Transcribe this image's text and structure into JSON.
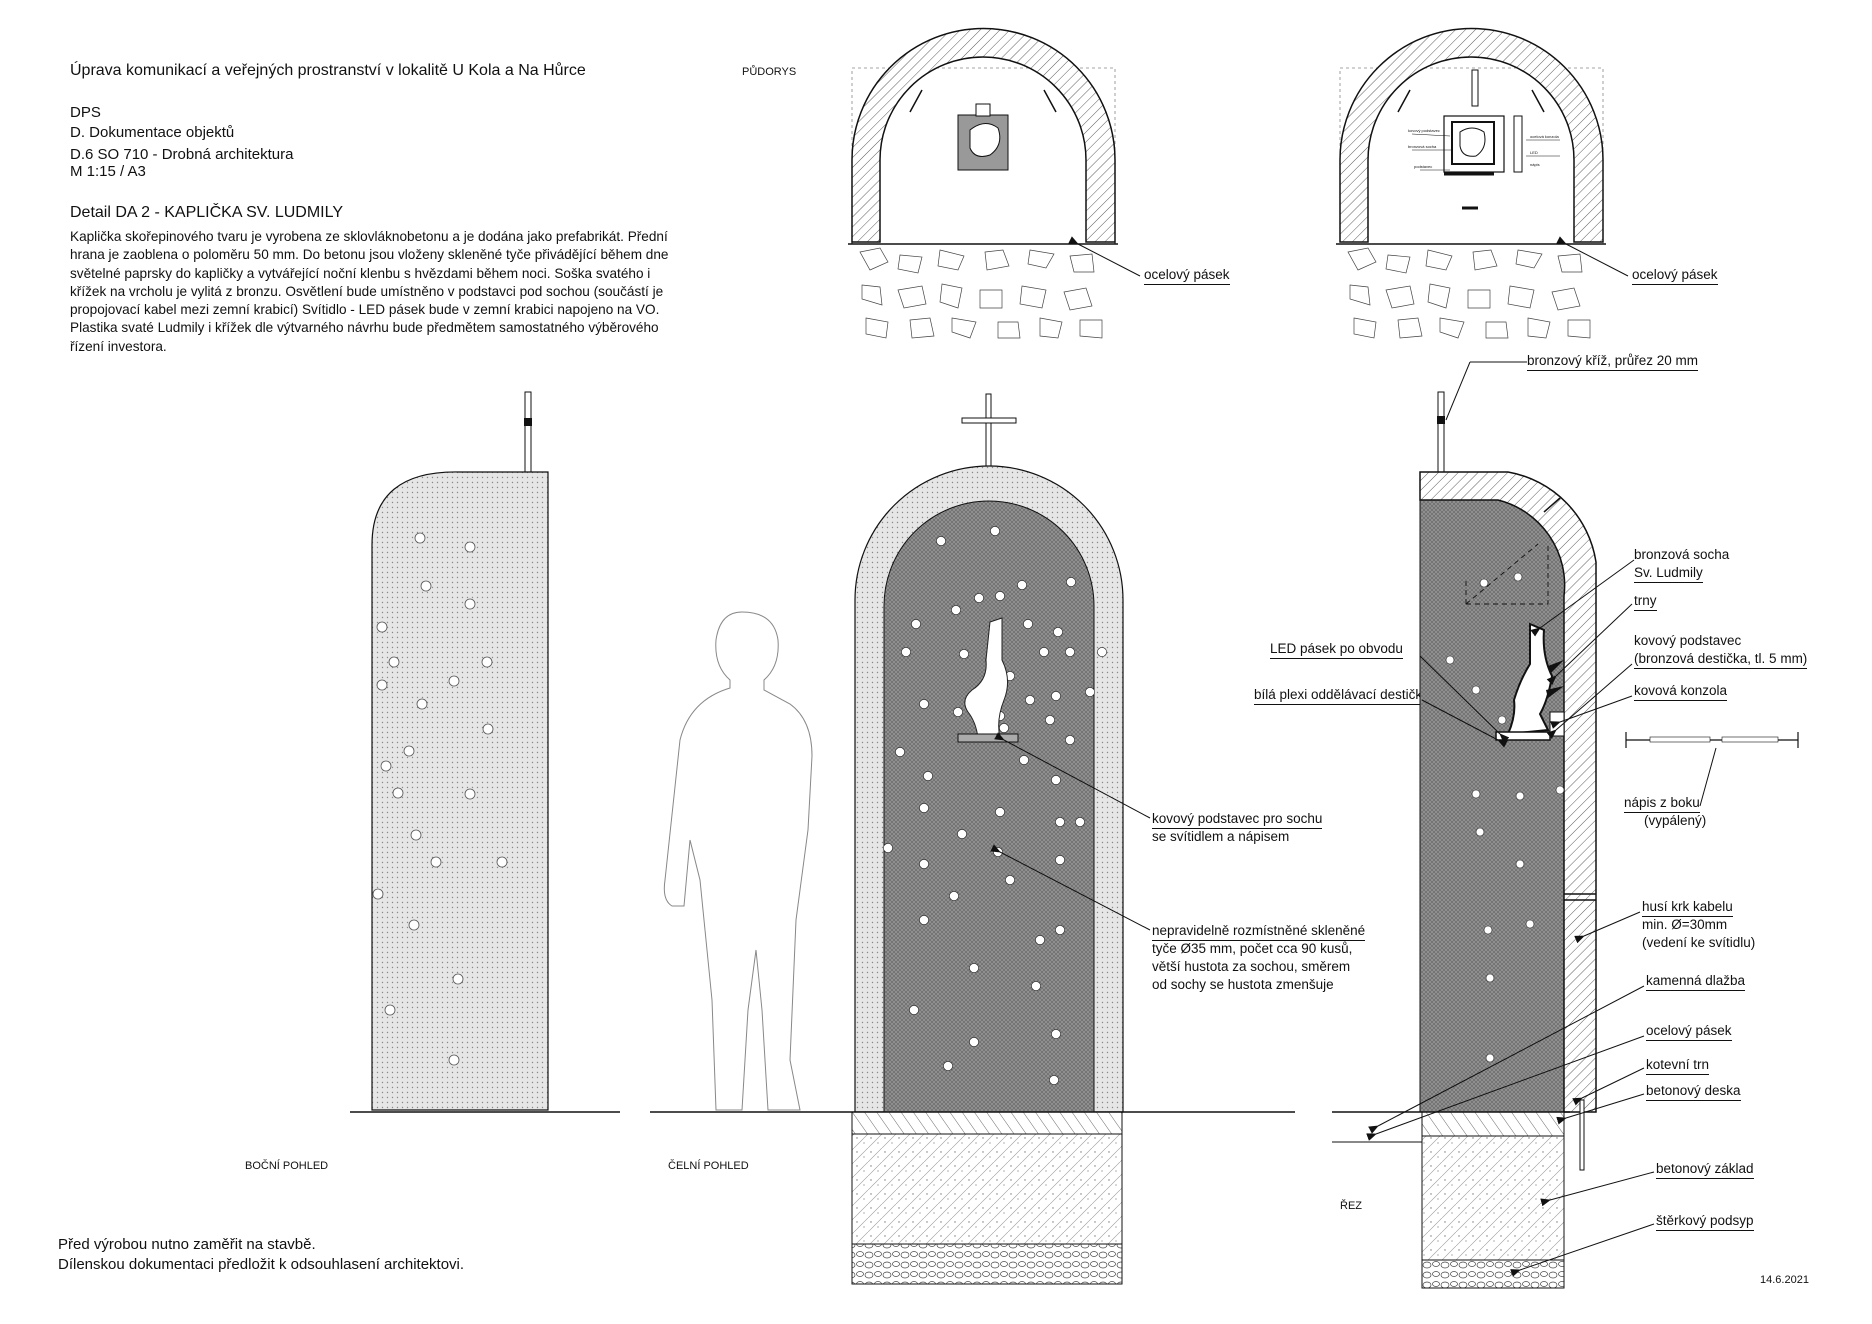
{
  "project_title": "Úprava komunikací a veřejných prostranství v lokalitě U Kola a Na Hůrce",
  "meta": {
    "phase": "DPS",
    "section": "D. Dokumentace objektů",
    "object": "D.6   SO 710 - Drobná architektura",
    "scale": "M 1:15 / A3"
  },
  "detail_title": "Detail DA 2 - KAPLIČKA SV. LUDMILY",
  "description": [
    "Kaplička skořepinového tvaru je vyrobena ze sklovláknobetonu a je dodána jako prefabrikát. Přední",
    "hrana je zaoblena o poloměru 50 mm. Do betonu jsou vloženy skleněné tyče přivádějící během dne",
    "světelné paprsky do kapličky a vytvářející noční klenbu s hvězdami během noci. Soška svatého i",
    "křížek na vrcholu je vylitá z bronzu. Osvětlení bude umístněno v podstavci pod sochou (součástí je",
    "propojovací kabel mezi zemní krabicí)  Svítidlo - LED pásek bude v zemní krabici napojeno na VO.",
    "Plastika svaté Ludmily i křížek dle výtvarného návrhu bude předmětem samostatného výběrového",
    "řízení investora."
  ],
  "views": {
    "plan": "PŮDORYS",
    "side": "BOČNÍ POHLED",
    "front": "ČELNÍ POHLED",
    "section": "ŘEZ"
  },
  "labels": {
    "steel_strip_plan_1": "ocelový pásek",
    "steel_strip_plan_2": "ocelový pásek",
    "bronze_cross": "bronzový kříž, průřez 20 mm",
    "bronze_statue": [
      "bronzová socha",
      "Sv. Ludmily"
    ],
    "thorns": "trny",
    "metal_pedestal": [
      "kovový podstavec",
      "(bronzová destička, tl. 5 mm)"
    ],
    "led_strip": "LED pásek po obvodu",
    "plexi": "bílá plexi oddělávací destička",
    "metal_bracket": "kovová konzola",
    "side_inscription": [
      "nápis z boku",
      "(vypálený)"
    ],
    "pedestal_front": [
      "kovový podstavec pro sochu",
      "se svítidlem a nápisem"
    ],
    "glass_rods": [
      "nepravidelně rozmístněné skleněné",
      "tyče Ø35 mm, počet cca 90 kusů,",
      "větší hustota za sochou, směrem",
      "od sochy se hustota zmenšuje"
    ],
    "cable": [
      "husí krk kabelu",
      "min. Ø=30mm",
      "(vedení ke svítidlu)"
    ],
    "stone_paving": "kamenná dlažba",
    "steel_strip_section": "ocelový pásek",
    "anchor": "kotevní trn",
    "concrete_slab": "betonový deska",
    "concrete_base": "betonový základ",
    "gravel": "štěrkový podsyp"
  },
  "plan_small_labels": [
    "kovový podstavec",
    "bronzová socha",
    "podstavec",
    "ocelová konzola",
    "LED",
    "nápis"
  ],
  "footnote": [
    "Před výrobou nutno zaměřit na stavbě.",
    "Dílenskou dokumentaci předložit k odsouhlasení architektovi."
  ],
  "date": "14.6.2021",
  "colors": {
    "line": "#111111",
    "mesh_fill": "#7a7a7a",
    "shell_fill": "#d9d9d9",
    "rod_fill": "#ffffff"
  }
}
